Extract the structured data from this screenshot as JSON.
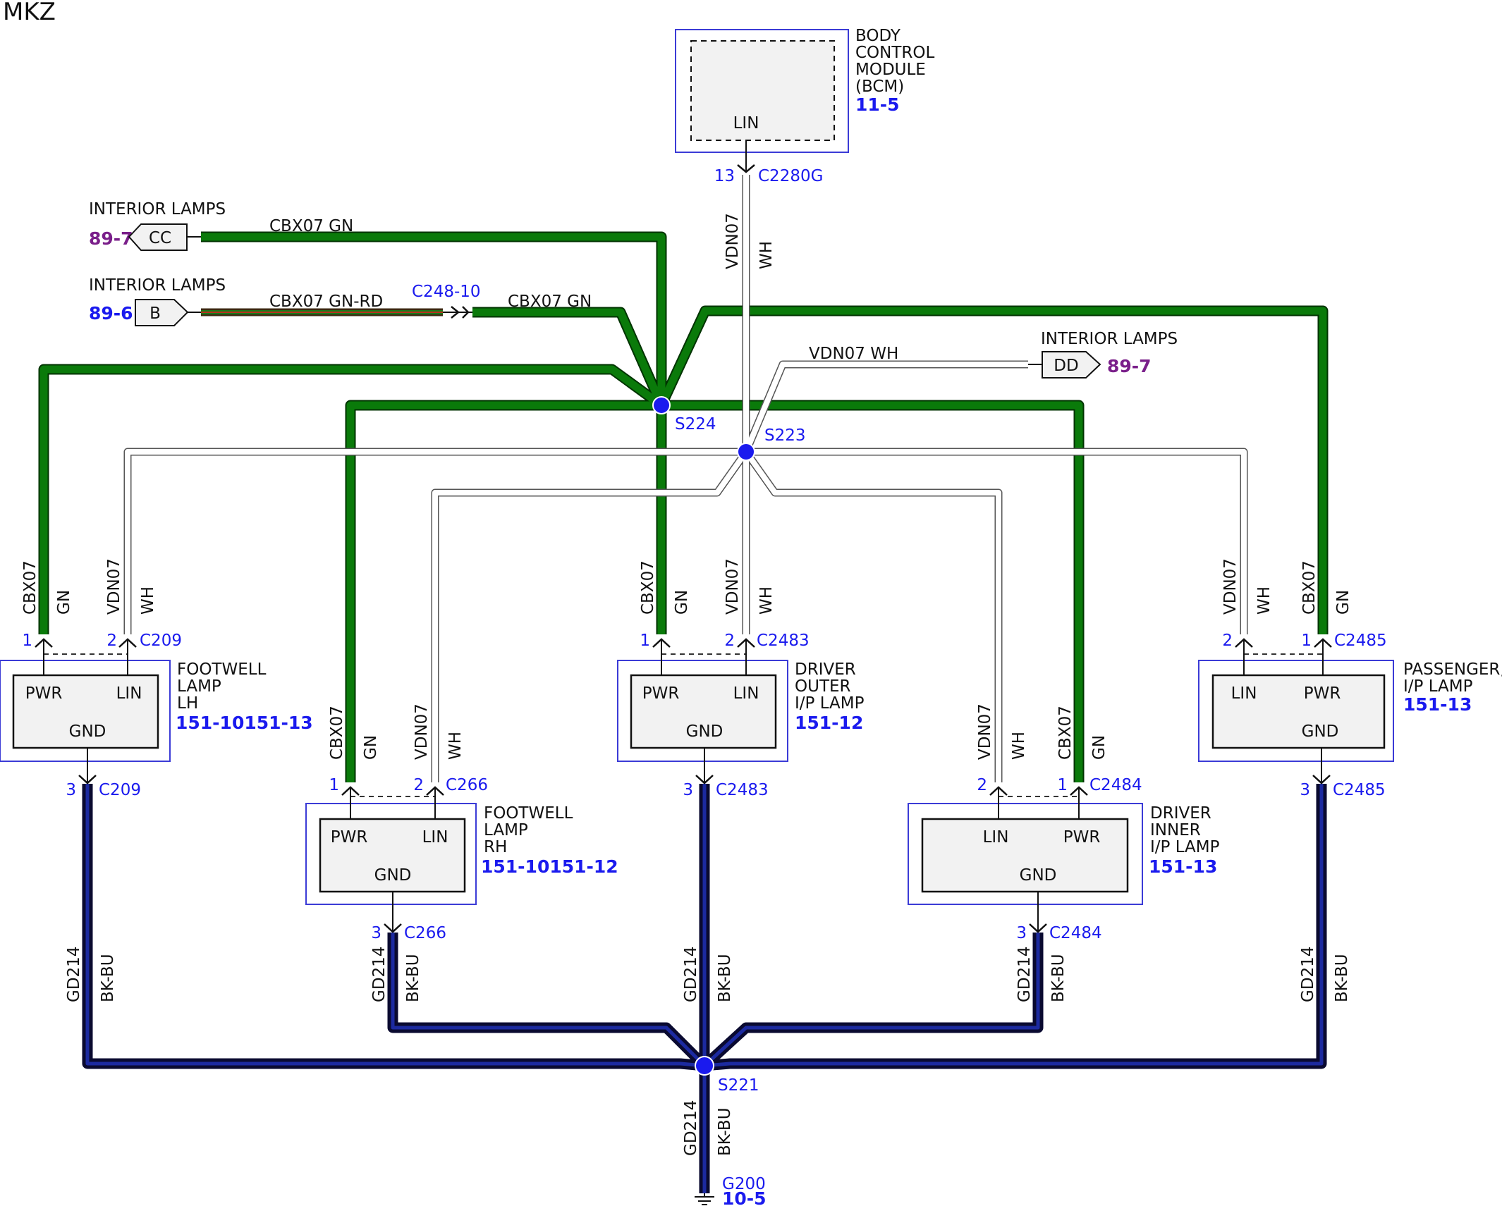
{
  "model": "MKZ",
  "bcm": {
    "name_lines": [
      "BODY",
      "CONTROL",
      "MODULE",
      "(BCM)"
    ],
    "ref": "11-5",
    "pin_label": "LIN",
    "pin_no": "13",
    "connector": "C2280G"
  },
  "interior_cc": {
    "title": "INTERIOR LAMPS",
    "ref": "89-7",
    "tag": "CC",
    "wire": "CBX07 GN"
  },
  "interior_b": {
    "title": "INTERIOR LAMPS",
    "ref": "89-6",
    "tag": "B",
    "wire_in": "CBX07 GN-RD",
    "inline": "C248-10",
    "wire_out": "CBX07 GN"
  },
  "interior_dd": {
    "title": "INTERIOR LAMPS",
    "ref": "89-7",
    "tag": "DD",
    "wire": "VDN07 WH"
  },
  "splices": {
    "s224": "S224",
    "s223": "S223",
    "s221": "S221"
  },
  "wires": {
    "circuit_gn": "CBX07",
    "color_gn": "GN",
    "circuit_wh": "VDN07",
    "color_wh": "WH",
    "circuit_gd": "GD214",
    "color_gd": "BK-BU"
  },
  "components": {
    "lh": {
      "name_lines": [
        "FOOTWELL",
        "LAMP",
        "LH"
      ],
      "ref": "151-10151-13",
      "left_pin": "PWR",
      "right_pin": "LIN",
      "gnd_pin": "GND",
      "connector": "C209",
      "left_no": "1",
      "right_no": "2",
      "gnd_no": "3"
    },
    "rh": {
      "name_lines": [
        "FOOTWELL",
        "LAMP",
        "RH"
      ],
      "ref": "151-10151-12",
      "left_pin": "PWR",
      "right_pin": "LIN",
      "gnd_pin": "GND",
      "connector": "C266",
      "left_no": "1",
      "right_no": "2",
      "gnd_no": "3"
    },
    "outer": {
      "name_lines": [
        "DRIVER",
        "OUTER",
        "I/P LAMP"
      ],
      "ref": "151-12",
      "left_pin": "PWR",
      "right_pin": "LIN",
      "gnd_pin": "GND",
      "connector": "C2483",
      "left_no": "1",
      "right_no": "2",
      "gnd_no": "3"
    },
    "inner": {
      "name_lines": [
        "DRIVER",
        "INNER",
        "I/P LAMP"
      ],
      "ref": "151-13",
      "left_pin": "LIN",
      "right_pin": "PWR",
      "gnd_pin": "GND",
      "connector": "C2484",
      "left_no": "2",
      "right_no": "1",
      "gnd_no": "3"
    },
    "pass": {
      "name_lines": [
        "PASSENGER,",
        "I/P LAMP"
      ],
      "ref": "151-13",
      "left_pin": "LIN",
      "right_pin": "PWR",
      "gnd_pin": "GND",
      "connector": "C2485",
      "left_no": "2",
      "right_no": "1",
      "gnd_no": "3"
    }
  },
  "ground": {
    "name": "G200",
    "ref": "10-5"
  },
  "colors": {
    "green": "#0a7a0a",
    "ground_blue": "#1c2aa0",
    "reference_blue": "#1a1aee",
    "reference_purple": "#7a1f8a",
    "splice": "#1a1aee"
  }
}
